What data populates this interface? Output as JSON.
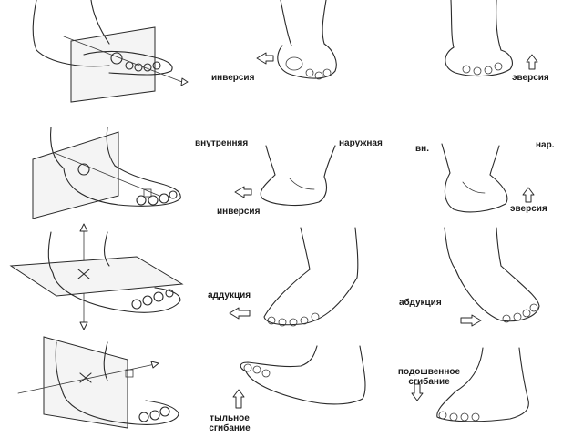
{
  "labels": {
    "inversion_top": "инверсия",
    "eversion_top": "эверсия",
    "internal": "внутренняя",
    "external": "наружная",
    "internal_abbr": "вн.",
    "external_abbr": "нар.",
    "inversion_mid": "инверсия",
    "eversion_mid": "эверсия",
    "adduction": "аддукция",
    "abduction": "абдукция",
    "plantar_flexion": "подошвенное сгибание",
    "dorsal_flexion": "тыльное сгибание"
  }
}
